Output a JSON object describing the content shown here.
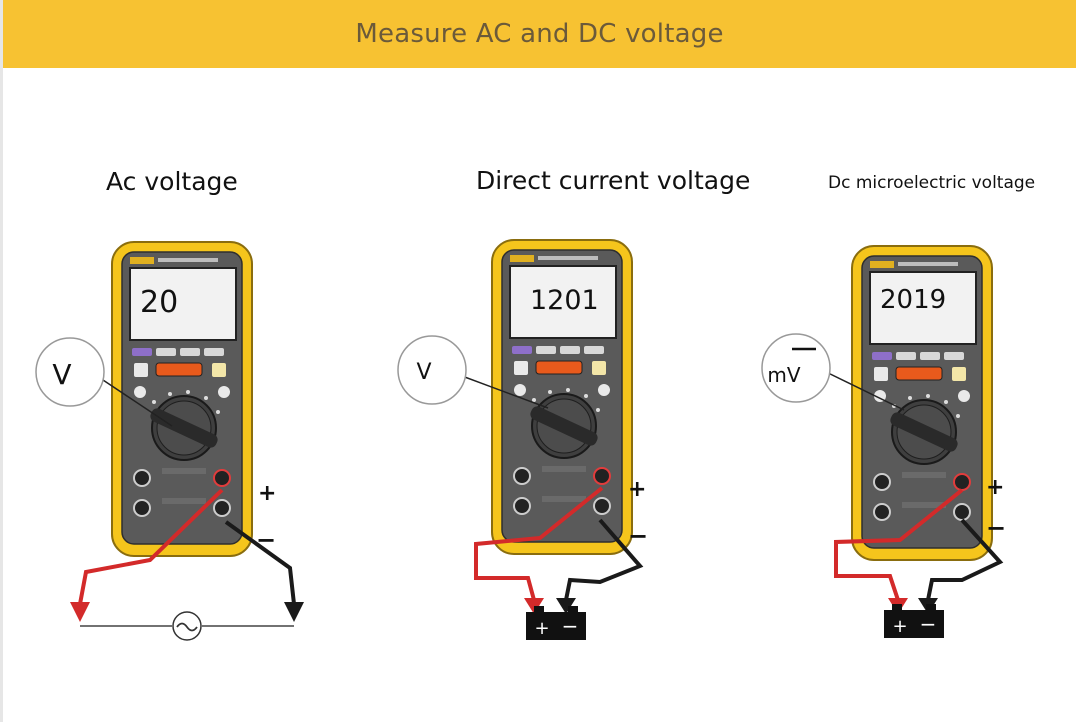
{
  "header": {
    "title": "Measure AC and DC voltage"
  },
  "sections": [
    {
      "title": "Ac voltage",
      "display": "20",
      "dial_label": "V",
      "source": "ac-source"
    },
    {
      "title": "Direct current voltage",
      "display": "1201",
      "dial_label": "V",
      "source": "battery"
    },
    {
      "title": "Dc microelectric voltage",
      "display": "2019",
      "dial_label": "mV",
      "source": "battery"
    }
  ],
  "polarity": {
    "plus": "+",
    "minus": "−"
  },
  "colors": {
    "banner": "#f7c232",
    "meter_body": "#f5c51c",
    "meter_face": "#5a5a5a",
    "probe_red": "#d32a2a",
    "probe_black": "#1a1a1a"
  }
}
